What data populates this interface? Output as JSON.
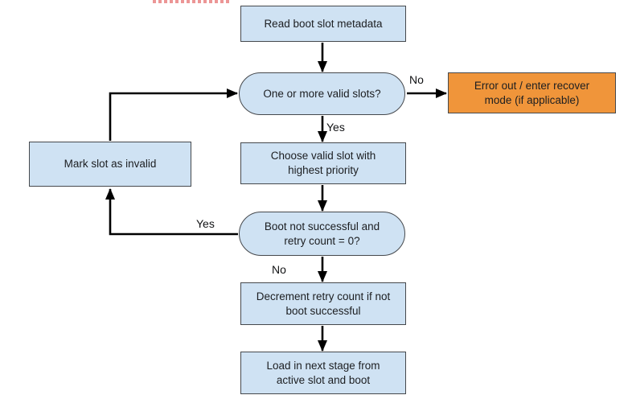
{
  "diagram": {
    "nodes": {
      "read_metadata": {
        "label": "Read boot slot metadata",
        "type": "process"
      },
      "valid_slots": {
        "label": "One or more valid slots?",
        "type": "decision"
      },
      "error_out": {
        "label": "Error out / enter recover mode (if applicable)",
        "type": "error"
      },
      "choose_slot": {
        "label": "Choose valid slot with highest priority",
        "type": "process"
      },
      "boot_retry": {
        "label": "Boot not successful and retry count = 0?",
        "type": "decision"
      },
      "mark_invalid": {
        "label": "Mark slot as invalid",
        "type": "process"
      },
      "decrement_retry": {
        "label": "Decrement retry count if not boot successful",
        "type": "process"
      },
      "load_next_stage": {
        "label": "Load in next stage from active slot and boot",
        "type": "process"
      }
    },
    "edge_labels": {
      "valid_slots_no": "No",
      "valid_slots_yes": "Yes",
      "boot_retry_yes": "Yes",
      "boot_retry_no": "No"
    },
    "colors": {
      "process_fill": "#cfe2f3",
      "decision_fill": "#cfe2f3",
      "error_fill": "#f0953a",
      "shape_border": "#46494d",
      "arrow": "#000000",
      "artifact_red": "#e57373"
    }
  }
}
